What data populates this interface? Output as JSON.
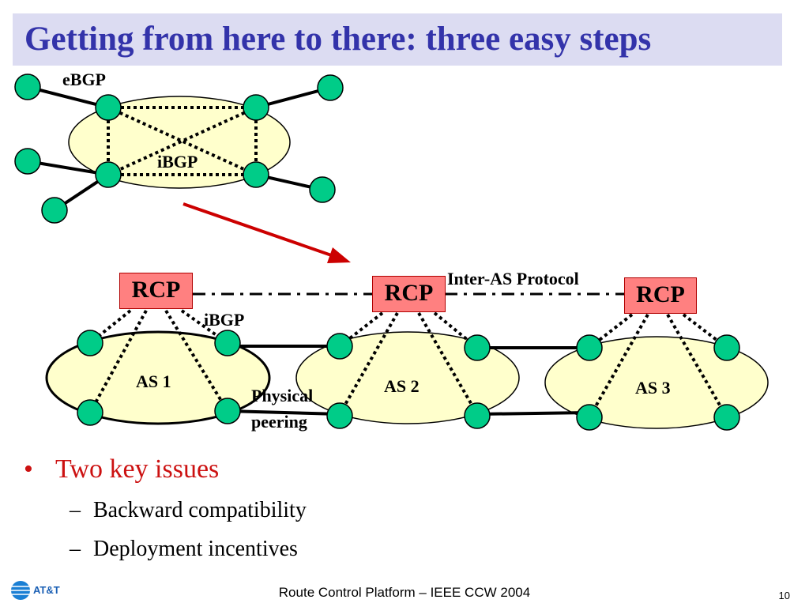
{
  "slide": {
    "title": "Getting from here to there: three easy steps",
    "footer": "Route Control Platform – IEEE CCW 2004",
    "page_number": "10",
    "logo_text": "AT&T"
  },
  "top_diagram": {
    "ebgp_label": "eBGP",
    "ibgp_label": "iBGP"
  },
  "bottom_diagram": {
    "rcp_label": "RCP",
    "inter_as_label": "Inter-AS Protocol",
    "ibgp_label": "iBGP",
    "physical_label": "Physical",
    "peering_label": "peering",
    "as_labels": [
      "AS 1",
      "AS 2",
      "AS 3"
    ]
  },
  "bullets": {
    "main": "Two key issues",
    "sub": [
      "Backward compatibility",
      "Deployment incentives"
    ]
  },
  "colors": {
    "title_text": "#3333aa",
    "title_bar": "#dcdcf2",
    "router_fill": "#00cc88",
    "as_fill": "#ffffcc",
    "rcp_fill": "#ff8080",
    "arrow": "#cc0000",
    "bullet_red": "#cc1111"
  }
}
